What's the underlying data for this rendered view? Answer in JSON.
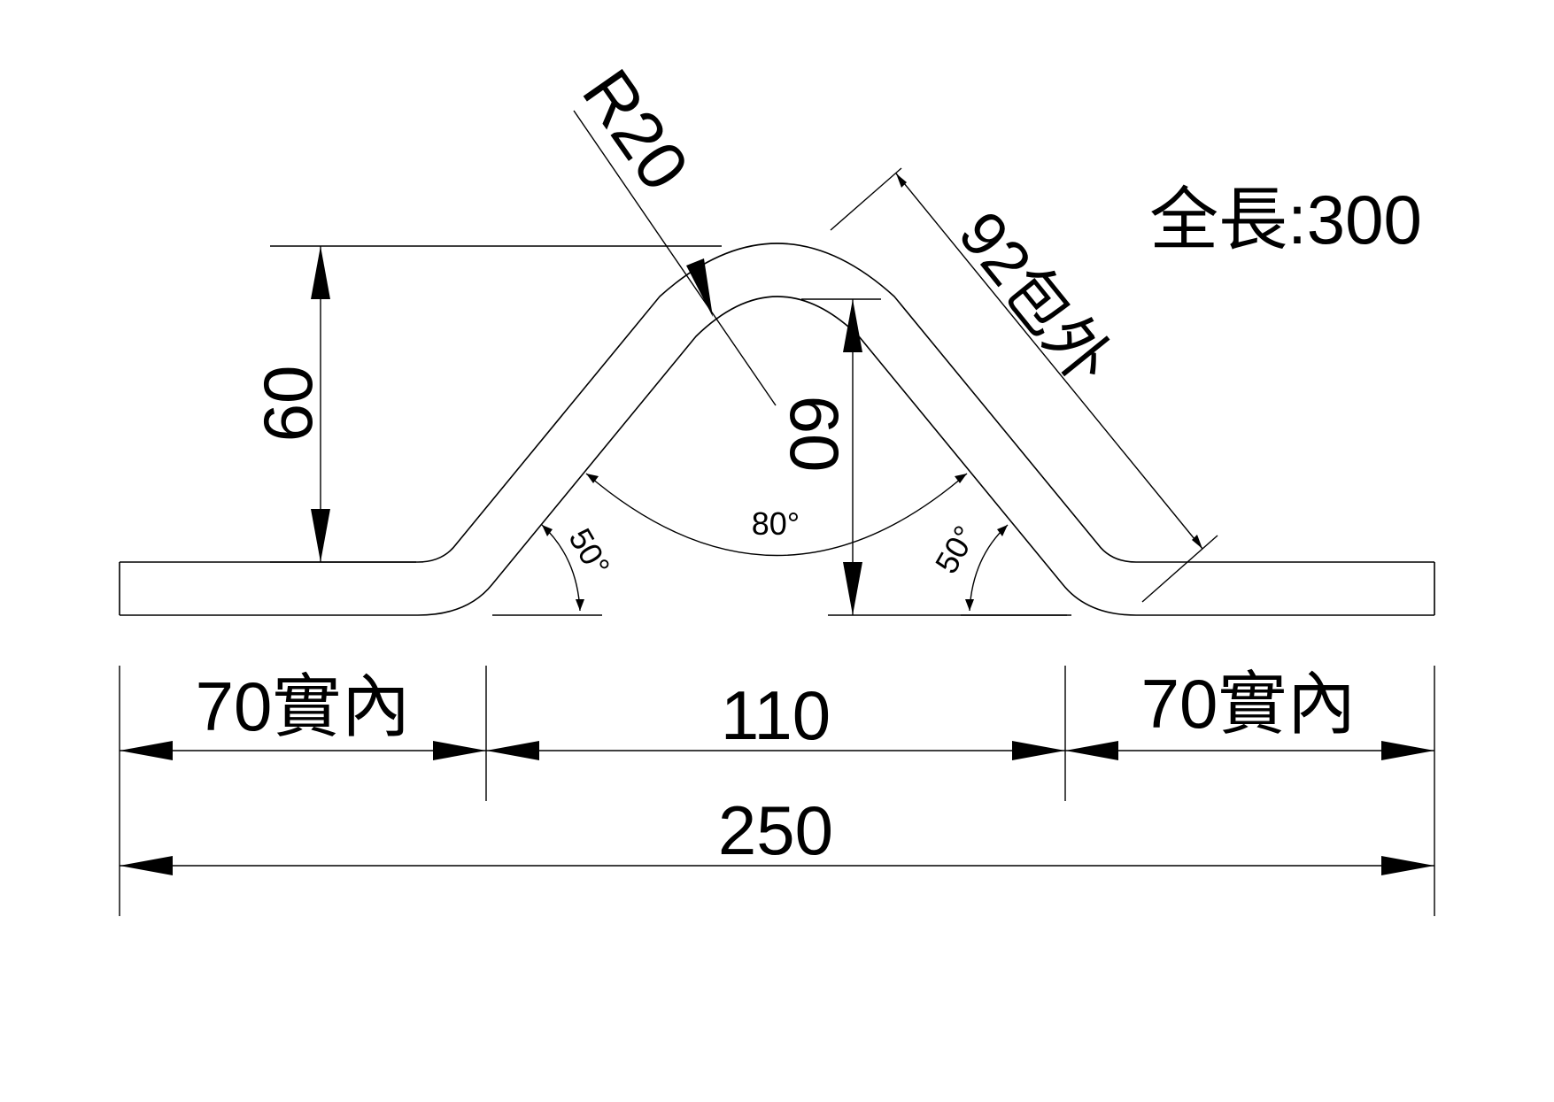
{
  "labels": {
    "total_length": "全長:300",
    "radius": "R20",
    "outer_slope": "92包外",
    "left_height": "60",
    "inner_height": "60",
    "apex_angle": "80°",
    "left_angle": "50°",
    "right_angle": "50°",
    "left_flange": "70實內",
    "middle_span": "110",
    "right_flange": "70實內",
    "overall_width": "250"
  }
}
